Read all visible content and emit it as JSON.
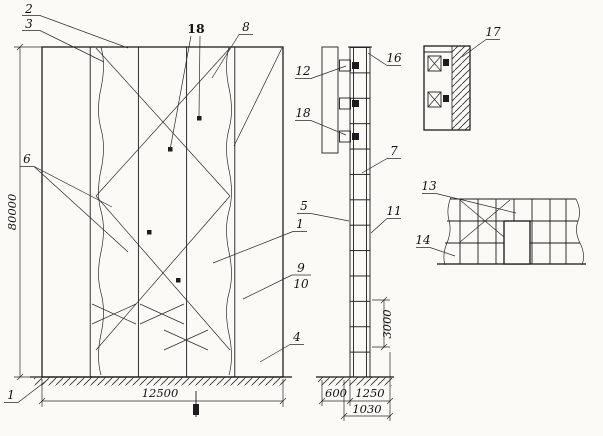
{
  "drawing": {
    "front_elevation": {
      "dim_height": "80000",
      "dim_width": "12500",
      "callouts": {
        "c2": "2",
        "c3": "3",
        "c18": "18",
        "c8": "8",
        "c6": "6",
        "c1": "1",
        "c9": "9",
        "c10": "10",
        "c4": "4",
        "c1_base": "1"
      }
    },
    "side_elevation": {
      "dim_tier": "3000",
      "dim_wall_gap": "600",
      "dim_width": "1250",
      "dim_base": "1030",
      "callouts": {
        "c12": "12",
        "c18": "18",
        "c16": "16",
        "c7": "7",
        "c5": "5",
        "c11": "11"
      }
    },
    "anchor_detail": {
      "callouts": {
        "c17": "17"
      }
    },
    "base_detail": {
      "callouts": {
        "c13": "13",
        "c14": "14"
      }
    }
  }
}
